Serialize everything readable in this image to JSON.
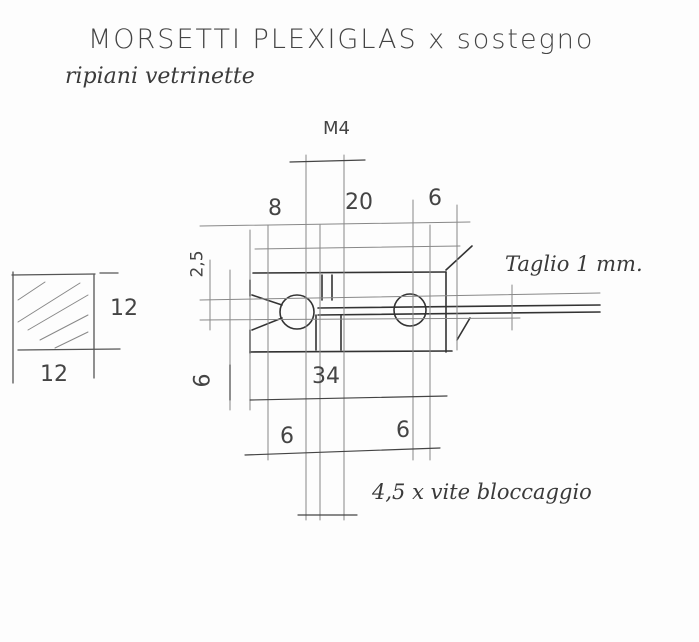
{
  "title": {
    "line1": "MORSETTI PLEXIGLAS x sostegno",
    "line2": "ripiani vetrinette"
  },
  "section_view": {
    "width": "12",
    "height": "12"
  },
  "dimensions": {
    "thread": "M4",
    "left_offset": "8",
    "middle_span": "20",
    "right_offset": "6",
    "top_height": "2,5",
    "bottom_height": "6",
    "total_length": "34",
    "hole_left": "6",
    "hole_right": "6"
  },
  "notes": {
    "cut": "Taglio 1 mm.",
    "screw": "4,5 x vite bloccaggio"
  },
  "colors": {
    "ink": "#3a3a3a",
    "pencil": "#8a8a8a",
    "paper": "#fdfdfd"
  }
}
